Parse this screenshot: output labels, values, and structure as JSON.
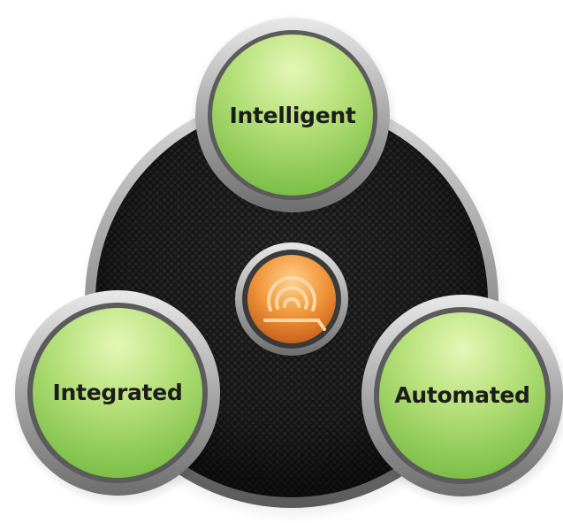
{
  "nodes": {
    "top": {
      "label": "Intelligent"
    },
    "left": {
      "label": "Integrated"
    },
    "right": {
      "label": "Automated"
    }
  },
  "center_logo": {
    "icon": "q-signal-logo-icon"
  },
  "colors": {
    "node_green_light": "#e4f7b6",
    "node_green_dark": "#79bd45",
    "disc_dark": "#151515",
    "logo_orange": "#f0963a"
  }
}
